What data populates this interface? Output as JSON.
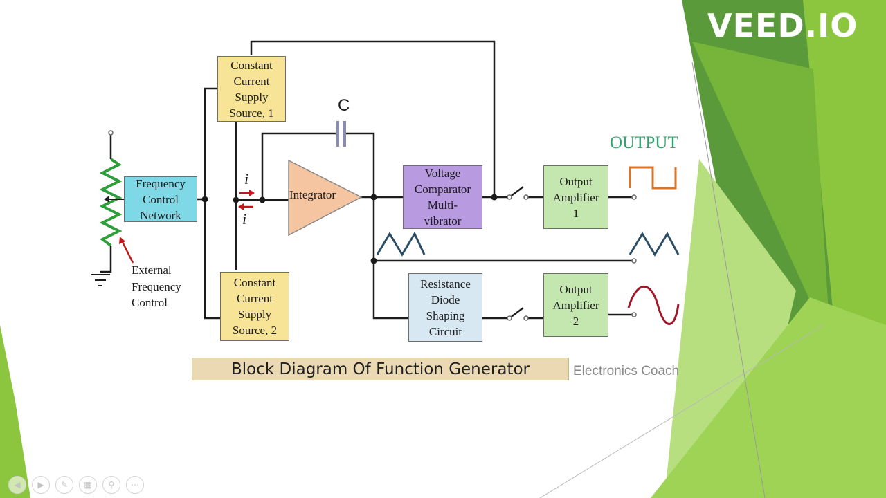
{
  "watermark": "VEED.IO",
  "diagram": {
    "blocks": {
      "ccs1": "Constant\nCurrent\nSupply\nSource, 1",
      "ccs2": "Constant\nCurrent\nSupply\nSource, 2",
      "fcn": "Frequency\nControl\nNetwork",
      "integrator": "Integrator",
      "vcm": "Voltage\nComparator\nMulti-\nvibrator",
      "amp1": "Output\nAmplifier\n1",
      "amp2": "Output\nAmplifier\n2",
      "rds": "Resistance\nDiode\nShaping\nCircuit"
    },
    "capacitor_label": "C",
    "current_label": "i",
    "external_label": "External\nFrequency\nControl",
    "output_title": "OUTPUT"
  },
  "caption": "Block Diagram Of Function Generator",
  "credit": "Electronics Coach",
  "colors": {
    "constant_current": "#f7e497",
    "frequency_control": "#7ed8e6",
    "comparator": "#b79ae0",
    "amplifier": "#c4e7b0",
    "shaping": "#d8e8f2",
    "integrator": "#f5c4a0",
    "output_title": "#2fa36b",
    "square_wave": "#d9762b",
    "triangle_wave": "#2b4e66",
    "sine_wave": "#a0182a",
    "resistor": "#2e9d3a",
    "arrow": "#c01818",
    "green_dark": "#5a9a3a",
    "green_light": "#8cc63f"
  },
  "nav_icons": [
    "prev-icon",
    "next-icon",
    "pen-icon",
    "slides-icon",
    "zoom-icon",
    "more-icon"
  ]
}
